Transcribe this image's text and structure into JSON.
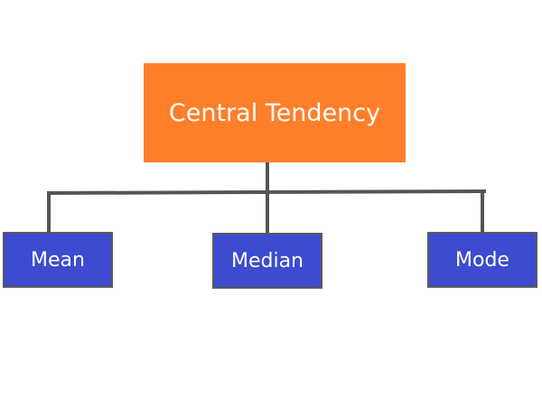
{
  "colors": {
    "root_fill": "#fe7f2a",
    "leaf_fill": "#3c4bcf",
    "leaf_border": "#5a5a5a",
    "connector": "#555555",
    "text": "#ffffff"
  },
  "diagram": {
    "root": {
      "label": "Central Tendency"
    },
    "children": [
      {
        "label": "Mean"
      },
      {
        "label": "Median"
      },
      {
        "label": "Mode"
      }
    ]
  }
}
